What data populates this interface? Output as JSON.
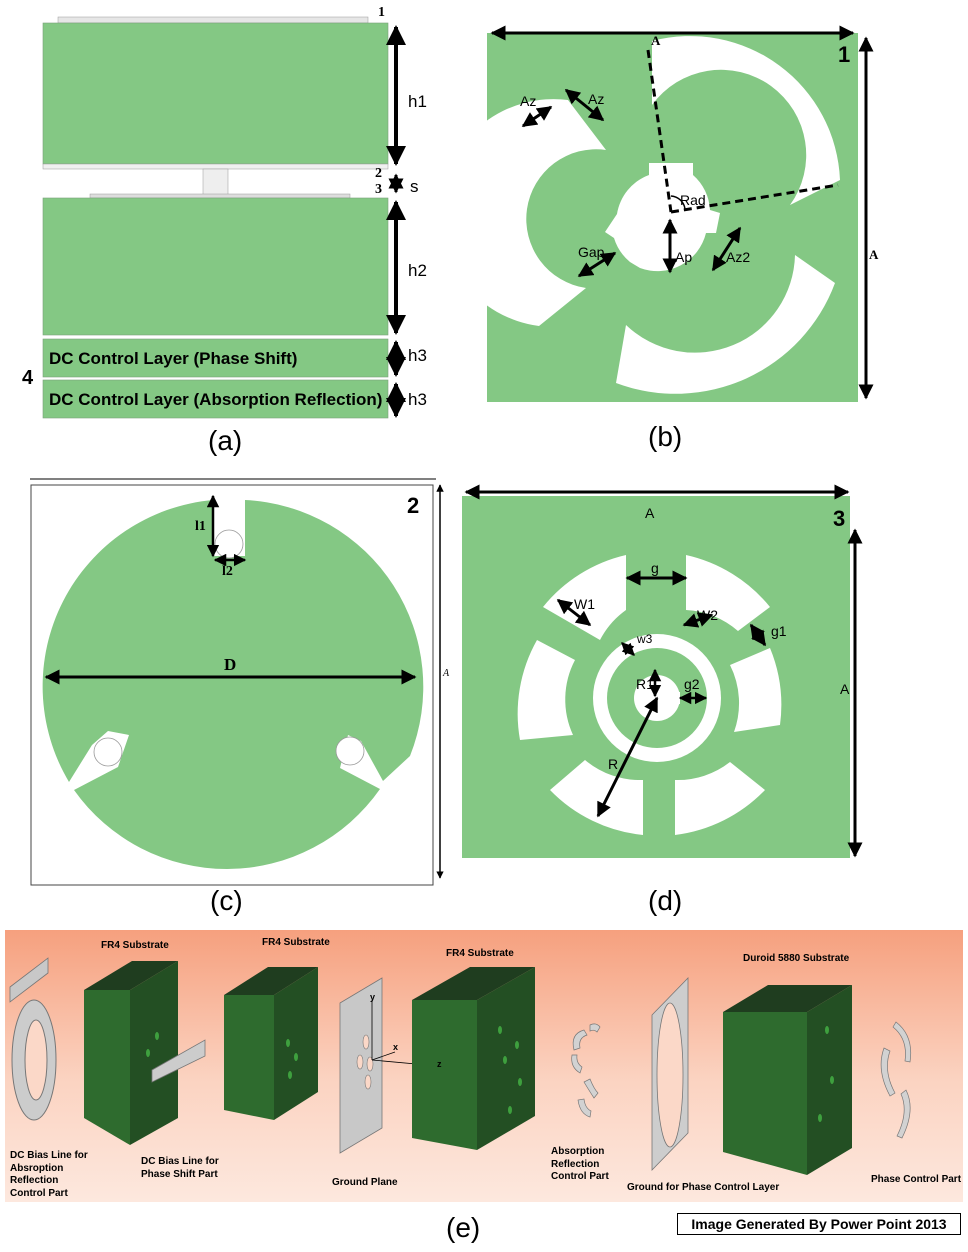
{
  "colors": {
    "green": "#84c884",
    "dark_green": "#2d6a2d",
    "orange": "#f6a888",
    "metal": "#d8d8d8"
  },
  "panel_a": {
    "caption": "(a)",
    "dims": {
      "h1": "h1",
      "s": "s",
      "h2": "h2",
      "h3_top": "h3",
      "h3_bottom": "h3"
    },
    "markers": {
      "m1": "1",
      "m2": "2",
      "m3": "3",
      "m4": "4"
    },
    "layer_phase": "DC Control Layer (Phase Shift)",
    "layer_absorption": "DC Control Layer (Absorption Reflection)"
  },
  "panel_b": {
    "caption": "(b)",
    "number": "1",
    "labels": {
      "A_top": "A",
      "A_right": "A",
      "Az_left": "Az",
      "Az_right": "Az",
      "Rad": "Rad",
      "Gap": "Gap",
      "Ap": "Ap",
      "Az2": "Az2"
    }
  },
  "panel_c": {
    "caption": "(c)",
    "number": "2",
    "labels": {
      "l1": "l1",
      "l2": "l2",
      "D": "D",
      "A_right": "A"
    }
  },
  "panel_d": {
    "caption": "(d)",
    "number": "3",
    "labels": {
      "A_top": "A",
      "A_right": "A",
      "g": "g",
      "W1": "W1",
      "W2": "W2",
      "g1": "g1",
      "w3": "w3",
      "R1": "R1",
      "g2": "g2",
      "R": "R"
    }
  },
  "panel_e": {
    "caption": "(e)",
    "substrates": {
      "s1": "FR4 Substrate",
      "s2": "FR4 Substrate",
      "s3": "FR4 Substrate",
      "s4": "Duroid 5880 Substrate"
    },
    "parts": {
      "dc_abs": "DC Bias Line for Absroption Reflection Control Part",
      "dc_phase": "DC Bias Line for Phase Shift Part",
      "ground": "Ground Plane",
      "absorption": "Absorption Reflection Control Part",
      "ground_phase": "Ground for Phase Control Layer",
      "phase_control": "Phase Control Part"
    },
    "axes": {
      "x": "x",
      "y": "y",
      "z": "z"
    }
  },
  "credit": "Image Generated By Power Point 2013"
}
